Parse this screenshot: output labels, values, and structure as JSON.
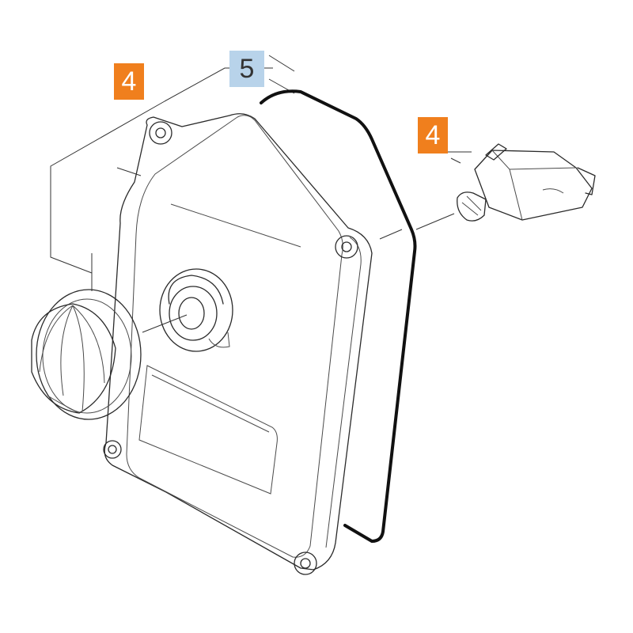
{
  "callouts": [
    {
      "label": "4",
      "color": "#f07f1d"
    },
    {
      "label": "5",
      "color": "#b8d3ea"
    },
    {
      "label": "4",
      "color": "#f07f1d"
    }
  ]
}
